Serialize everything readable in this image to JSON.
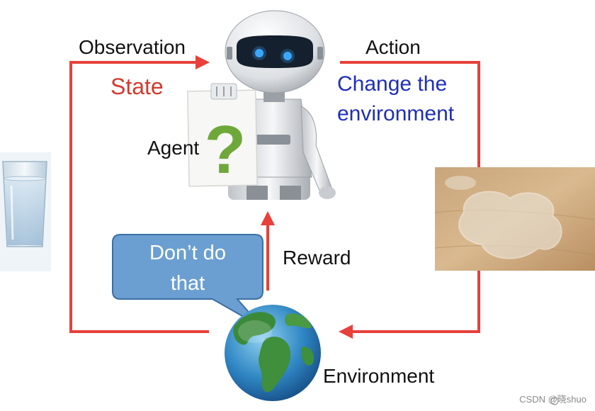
{
  "labels": {
    "observation": "Observation",
    "state": "State",
    "agent": "Agent",
    "action": "Action",
    "change_line1": "Change the",
    "change_line2": "environment",
    "reward": "Reward",
    "environment": "Environment",
    "bubble_line1": "Don’t do",
    "bubble_line2": "that",
    "question_mark": "?"
  },
  "watermark": "CSDN @晓shuo",
  "colors": {
    "cycle_arrows": "#e8403a",
    "state_text": "#d23a2d",
    "action_text": "#1f2fb8",
    "bubble_fill": "#6b9fd2",
    "question_mark": "#6fa83a"
  },
  "icons": [
    "robot-agent-image",
    "water-glass-image",
    "spilled-water-image",
    "earth-globe-icon"
  ]
}
